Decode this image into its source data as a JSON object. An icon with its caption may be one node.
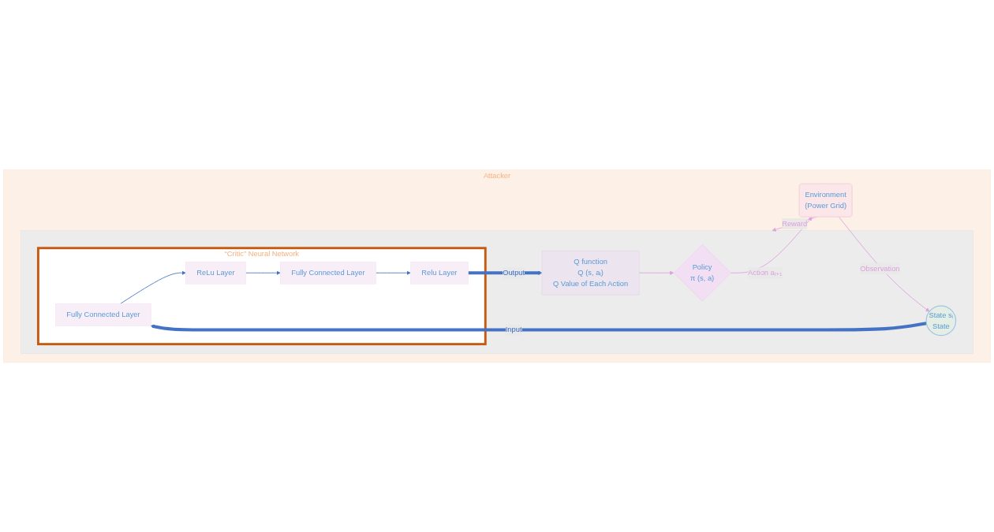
{
  "diagram": {
    "nodes": [
      {
        "text": [
          "Attacker"
        ]
      },
      {
        "text": [],
        "shape": "box",
        "in": 0
      },
      {
        "text": [
          "State sᵢ",
          "State"
        ],
        "in": 1
      },
      {
        "text": [
          "“Critic” Neural Network"
        ],
        "in": 1
      },
      {
        "text": [
          "Fully Connected Layer"
        ],
        "in": 3
      },
      {
        "text": [
          "ReLu Layer"
        ],
        "in": 3
      },
      {
        "text": [
          "Fully Connected Layer"
        ],
        "in": 3
      },
      {
        "text": [
          "Relu Layer"
        ],
        "in": 3
      },
      {
        "text": [
          "Q function",
          "Q (s, aᵢ)",
          "Q Value of Each Action"
        ],
        "in": 1
      },
      {
        "text": [
          "Policy",
          "π (s, a)"
        ],
        "in": 1
      },
      {
        "text": [
          "Environment",
          "(Power Grid)"
        ],
        "in": 0
      }
    ],
    "edges": [
      {
        "from": 2,
        "to": 4,
        "arrow": "to",
        "label": "Input",
        "style": "thick"
      },
      {
        "from": 4,
        "to": 5,
        "arrow": "to"
      },
      {
        "from": 5,
        "to": 6,
        "arrow": "to"
      },
      {
        "from": 6,
        "to": 7,
        "arrow": "to"
      },
      {
        "from": 7,
        "to": 8,
        "arrow": "to",
        "label": "Output",
        "style": "thick"
      },
      {
        "from": 8,
        "to": 9,
        "arrow": "to",
        "color": "#dda0dd"
      },
      {
        "from": 9,
        "to": 10,
        "arrow": "to",
        "label": "Action aᵢ₊₁",
        "color": "#dda0dd"
      },
      {
        "from": 10,
        "to": 1,
        "arrow": "to",
        "label": "Reward",
        "color": "#dda0dd"
      },
      {
        "from": 10,
        "to": 2,
        "arrow": "to",
        "label": "Observation",
        "color": "#dda0dd"
      }
    ]
  }
}
